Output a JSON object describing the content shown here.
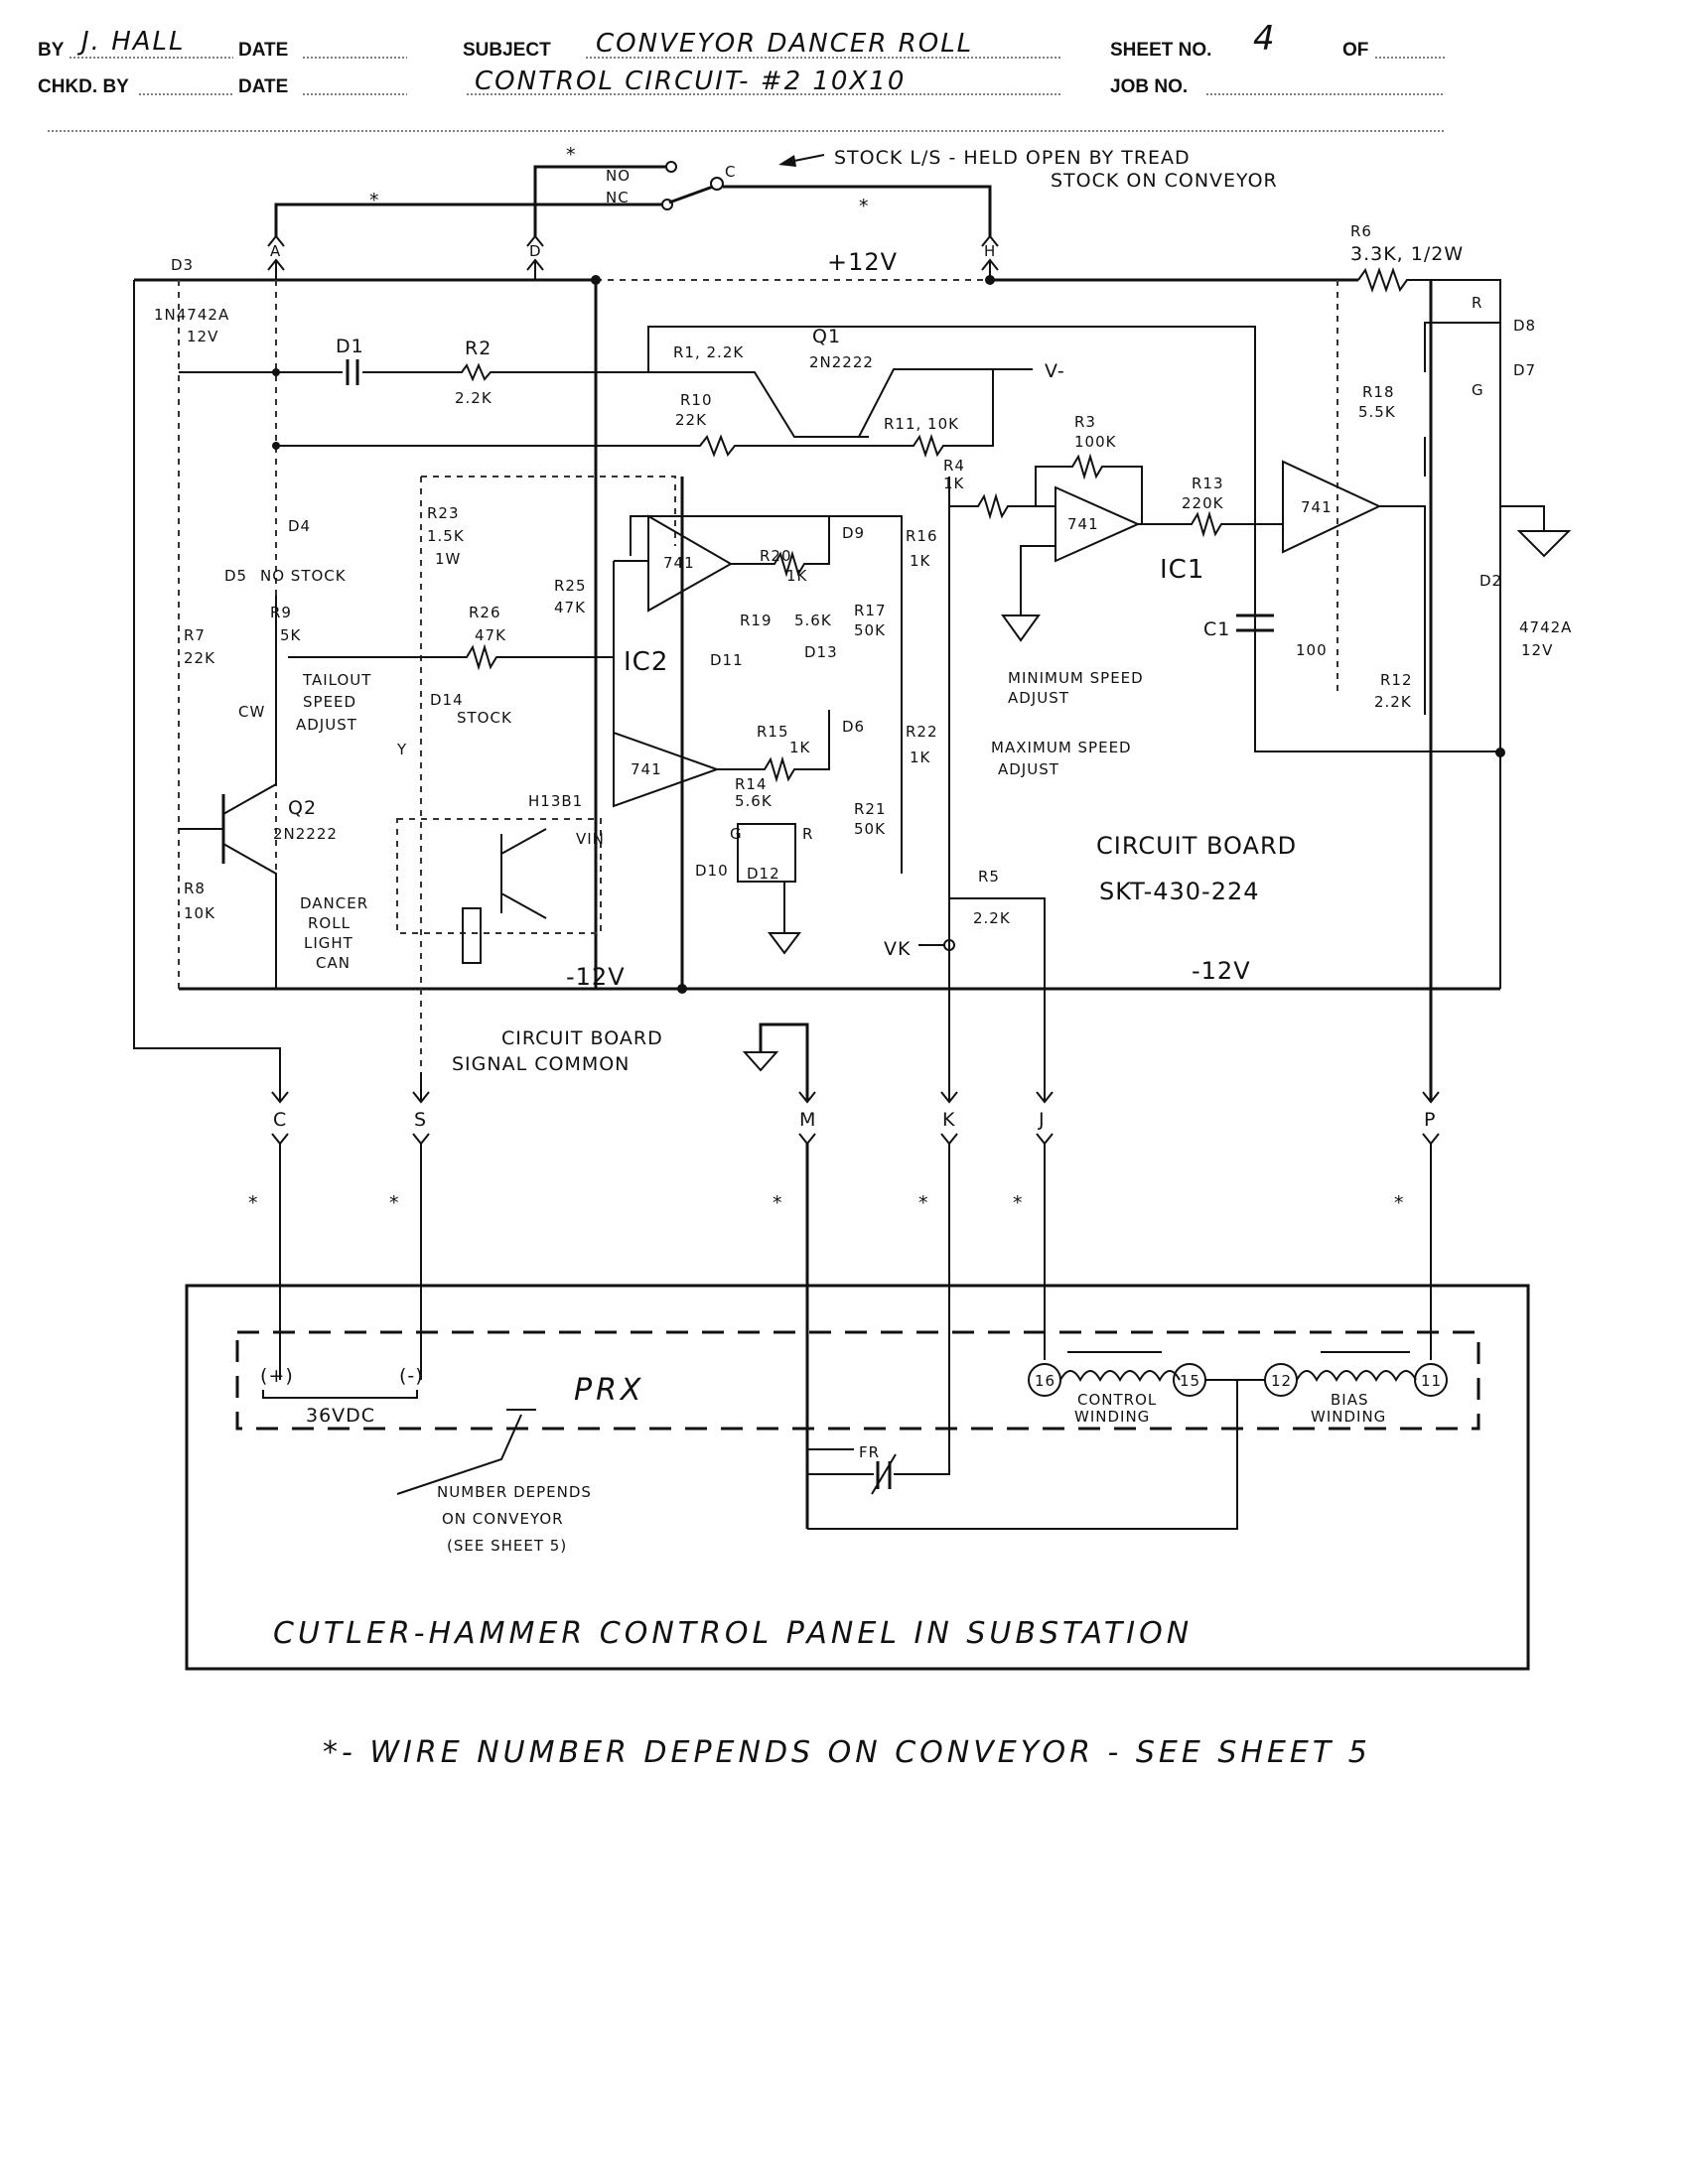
{
  "header": {
    "by_label": "BY",
    "by_value": "J. HALL",
    "date_label": "DATE",
    "subject_label": "SUBJECT",
    "subject_line1": "CONVEYOR DANCER ROLL",
    "subject_line2": "CONTROL CIRCUIT- #2 10X10",
    "sheet_label": "SHEET NO.",
    "sheet_value": "4",
    "of_label": "OF",
    "chkd_label": "CHKD. BY",
    "date2_label": "DATE",
    "job_label": "JOB NO."
  },
  "switch": {
    "note_line1": "STOCK L/S - HELD OPEN BY TREAD",
    "note_line2": "STOCK ON CONVEYOR",
    "no": "NO",
    "nc": "NC",
    "c": "C"
  },
  "top_connectors": [
    "A",
    "D",
    "H"
  ],
  "wire_mark": "*",
  "rails": {
    "pos": "+12V",
    "neg": "-12V"
  },
  "components": {
    "d3": "D3",
    "d3_part": "1N4742A",
    "d3_v": "12V",
    "d1": "D1",
    "r2": "R2",
    "r2_val": "2.2K",
    "r1": "R1, 2.2K",
    "q1": "Q1",
    "q1_part": "2N2222",
    "vminus": "V-",
    "r10": "R10",
    "r10_val": "22K",
    "r11": "R11, 10K",
    "r3": "R3",
    "r3_val": "100K",
    "r4": "R4",
    "r4_val": "1K",
    "r13": "R13",
    "r13_val": "220K",
    "ic1": "IC1",
    "op741": "741",
    "r6": "R6",
    "r6_val": "3.3K, 1/2W",
    "d8": "D8",
    "d8_color": "R",
    "d7": "D7",
    "d7_color": "G",
    "r18": "R18",
    "r18_val": "5.5K",
    "d2": "D2",
    "d2_part": "4742A",
    "d2_v": "12V",
    "c1": "C1",
    "c1_val": "100",
    "r12": "R12",
    "r12_val": "2.2K",
    "d4": "D4",
    "d5": "D5",
    "no_stock": "NO STOCK",
    "r9": "R9",
    "r9_val": "5K",
    "tailout1": "TAILOUT",
    "tailout2": "SPEED",
    "tailout3": "ADJUST",
    "cw": "CW",
    "r7": "R7",
    "r7_val": "22K",
    "r8": "R8",
    "r8_val": "10K",
    "q2": "Q2",
    "q2_part": "2N2222",
    "r23": "R23",
    "r23_val": "1.5K",
    "r23_w": "1W",
    "r26": "R26",
    "r26_val": "47K",
    "d14": "D14",
    "stock": "STOCK",
    "y": "Y",
    "h13": "H13B1",
    "dancer1": "DANCER",
    "dancer2": "ROLL",
    "dancer3": "LIGHT",
    "dancer4": "CAN",
    "r25": "R25",
    "r25_val": "47K",
    "ic2": "IC2",
    "r20": "R20",
    "r20_val": "1K",
    "d9": "D9",
    "r16": "R16",
    "r16_val": "1K",
    "r17": "R17",
    "r17_val": "50K",
    "min1": "MINIMUM SPEED",
    "min2": "ADJUST",
    "r19": "R19",
    "r19_val": "5.6K",
    "d11": "D11",
    "d13": "D13",
    "r15": "R15",
    "r15_val": "1K",
    "d6": "D6",
    "r22": "R22",
    "r22_val": "1K",
    "r21": "R21",
    "r21_val": "50K",
    "max1": "MAXIMUM SPEED",
    "max2": "ADJUST",
    "r14": "R14",
    "r14_val": "5.6K",
    "d10": "D10",
    "d12": "D12",
    "g": "G",
    "r": "R",
    "vin": "VIN",
    "vk": "VK",
    "r5": "R5",
    "r5_val": "2.2K"
  },
  "board": {
    "line1": "CIRCUIT BOARD",
    "line2": "SKT-430-224"
  },
  "signal_common": {
    "line1": "CIRCUIT BOARD",
    "line2": "SIGNAL COMMON"
  },
  "bottom_connectors": [
    "C",
    "S",
    "M",
    "K",
    "J",
    "P"
  ],
  "panel": {
    "plus": "(+)",
    "minus": "(-)",
    "supply": "36VDC",
    "prx": "PRX",
    "fr": "FR",
    "number_note1": "NUMBER DEPENDS",
    "number_note2": "ON CONVEYOR",
    "number_note3": "(SEE SHEET 5)",
    "terminals": [
      "16",
      "15",
      "12",
      "11"
    ],
    "control1": "CONTROL",
    "control2": "WINDING",
    "bias1": "BIAS",
    "bias2": "WINDING",
    "title": "CUTLER-HAMMER CONTROL PANEL IN SUBSTATION"
  },
  "footnote": "*- WIRE NUMBER DEPENDS ON CONVEYOR - SEE SHEET 5"
}
